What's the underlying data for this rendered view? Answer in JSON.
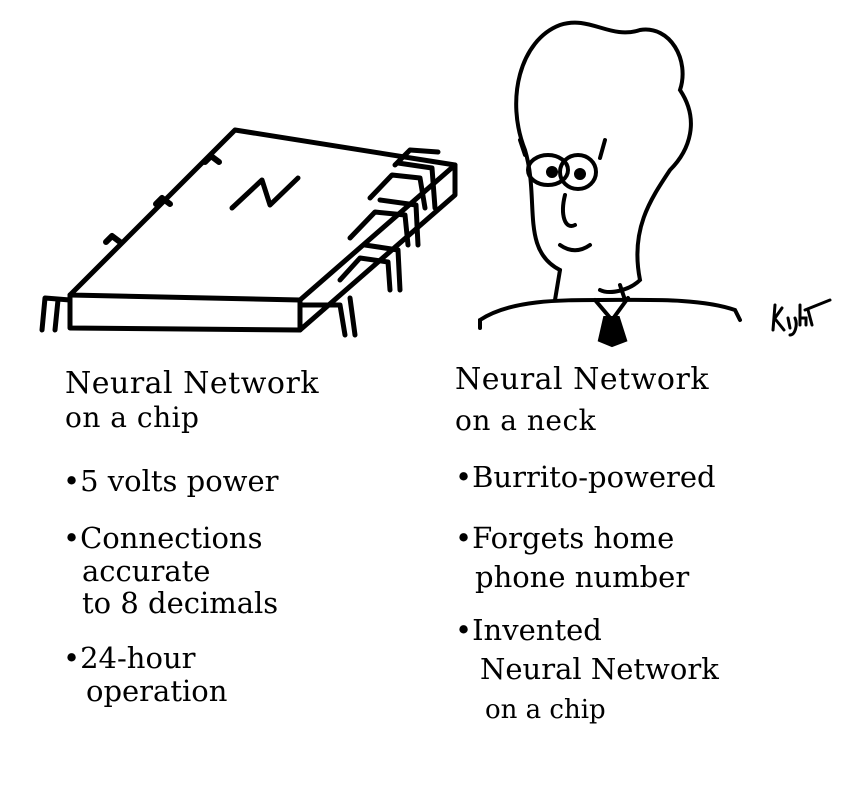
{
  "left": {
    "title_line1": "Neural Network",
    "title_line2": "on a chip",
    "bullets": [
      {
        "lines": [
          "•5 volts power"
        ]
      },
      {
        "lines": [
          "•Connections",
          "accurate",
          "to 8 decimals"
        ]
      },
      {
        "lines": [
          "•24-hour",
          "operation"
        ]
      }
    ]
  },
  "right": {
    "title_line1": "Neural Network",
    "title_line2": "on a neck",
    "bullets": [
      {
        "lines": [
          "•Burrito-powered"
        ]
      },
      {
        "lines": [
          "•Forgets home",
          "phone number"
        ]
      },
      {
        "lines": [
          "•Invented",
          "Neural Network",
          "on a chip"
        ]
      }
    ]
  },
  "signature": "Knight"
}
